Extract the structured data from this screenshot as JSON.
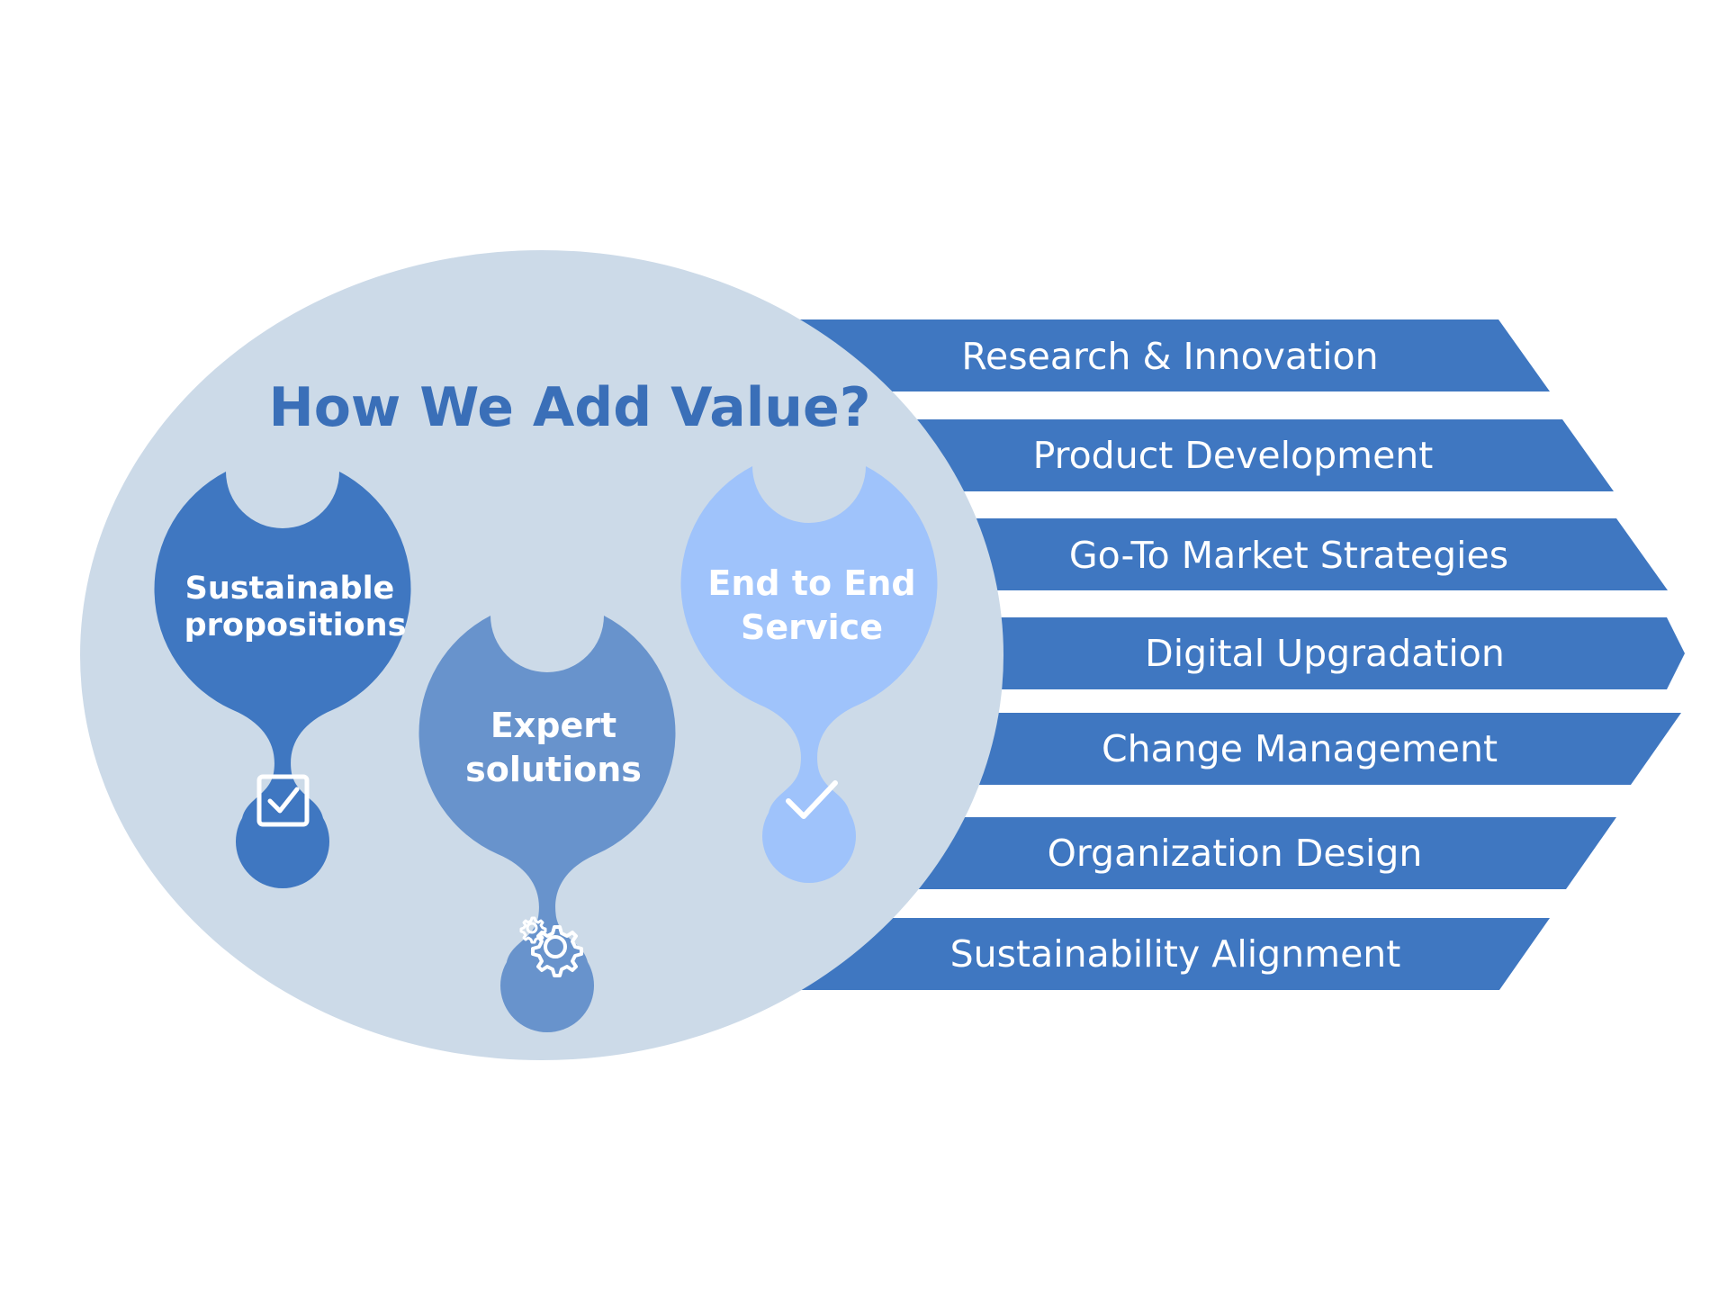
{
  "title": "How We Add Value?",
  "colors": {
    "ellipse": "#ccdae8",
    "banner": "#3f77c1",
    "title": "#3a6fb8",
    "drop_dark": "#3f77c1",
    "drop_mid": "#6893cc",
    "drop_light": "#9fc3fb",
    "text_on_banner": "#ffffff"
  },
  "drops": [
    {
      "line1": "Sustainable",
      "line2": "propositions",
      "icon": "checkbox-icon"
    },
    {
      "line1": "Expert",
      "line2": "solutions",
      "icon": "gears-icon"
    },
    {
      "line1": "End to End",
      "line2": "Service",
      "icon": "checkmark-icon"
    }
  ],
  "banners": [
    "Research & Innovation",
    "Product Development",
    "Go-To Market Strategies",
    "Digital Upgradation",
    "Change Management",
    "Organization Design",
    "Sustainability Alignment"
  ]
}
